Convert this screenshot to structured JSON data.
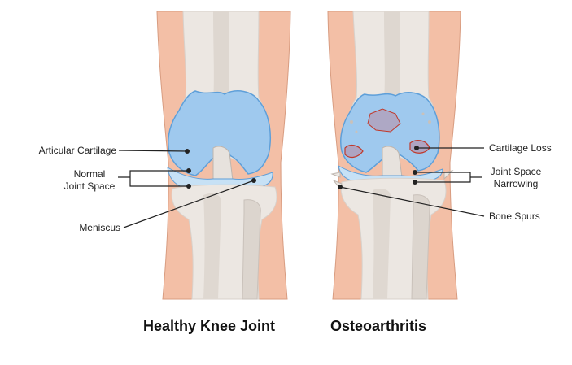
{
  "colors": {
    "skin": "#F3BFA6",
    "skin_edge": "#D89C80",
    "bone": "#ECE7E2",
    "bone_shade": "#D8D1CB",
    "cartilage": "#9FC9EE",
    "cartilage_edge": "#5E9FD9",
    "damage": "#B98CA4",
    "damage_edge": "#C0392B",
    "leader": "#222222"
  },
  "healthy": {
    "caption": "Healthy Knee Joint",
    "labels": {
      "articular_cartilage": "Articular Cartilage",
      "normal_joint_space_line1": "Normal",
      "normal_joint_space_line2": "Joint Space",
      "meniscus": "Meniscus"
    }
  },
  "osteoarthritis": {
    "caption": "Osteoarthritis",
    "labels": {
      "cartilage_loss": "Cartilage Loss",
      "joint_space_narrowing_line1": "Joint Space",
      "joint_space_narrowing_line2": "Narrowing",
      "bone_spurs": "Bone Spurs"
    }
  }
}
